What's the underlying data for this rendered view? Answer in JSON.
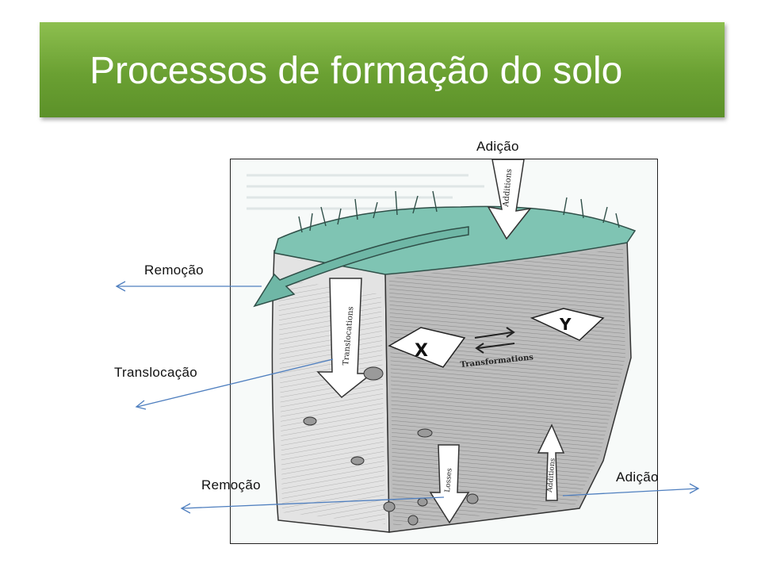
{
  "slide": {
    "title": "Processos de formação do solo"
  },
  "labels": {
    "addition_top": "Adição",
    "removal_left": "Remoção",
    "translocation": "Translocação",
    "removal_bottom": "Remoção",
    "addition_bottom": "Adição"
  },
  "figure": {
    "additions": "Additions",
    "losses": "Losses",
    "translocations": "Translocations",
    "transformations": "Transformations",
    "x_block": "X",
    "y_block": "Y"
  },
  "colors": {
    "title_bar": "#6aa032",
    "grass": "#7fc4b3",
    "arrow_line": "#4f7fbf"
  }
}
